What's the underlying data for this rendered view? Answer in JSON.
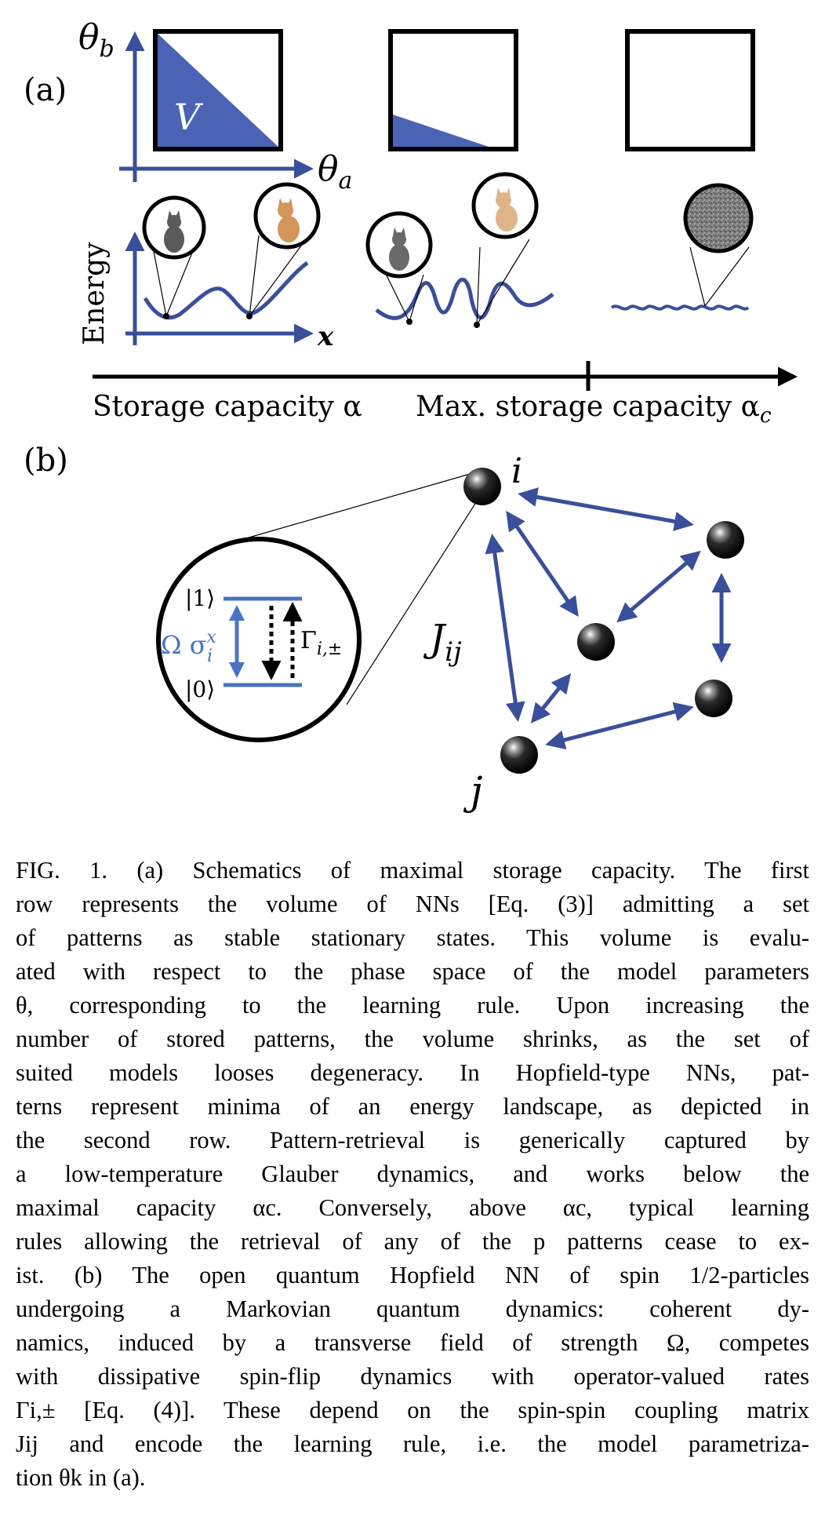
{
  "figure": {
    "panel_a": {
      "label": "(a)",
      "axis_y": "θ",
      "axis_y_sub": "b",
      "axis_x": "θ",
      "axis_x_sub": "a",
      "volume_label": "V",
      "energy_label": "Energy",
      "position_label": "x",
      "capacity_label": "Storage capacity α",
      "max_capacity_label": "Max. storage capacity α",
      "max_capacity_sub": "c",
      "volume_fractions": [
        0.5,
        0.12,
        0.0
      ],
      "volume_color": "#4a63b5",
      "curve_color": "#3a4f9a"
    },
    "panel_b": {
      "label": "(b)",
      "node_i": "i",
      "node_j": "j",
      "coupling_label": "J",
      "coupling_sub": "ij",
      "state_one": "|1⟩",
      "state_zero": "|0⟩",
      "drive_label": "Ω σ",
      "drive_sub": "i",
      "drive_sup": "x",
      "rate_label": "Γ",
      "rate_sub": "i,±",
      "arrow_color": "#3a4f9a",
      "level_color": "#4a73c2"
    }
  },
  "caption": {
    "lines": [
      "FIG. 1. (a) Schematics of maximal storage capacity. The first",
      "row represents the volume of NNs [Eq. (3)] admitting a set",
      "of patterns as stable stationary states. This volume is evalu-",
      "ated with respect to the phase space of the model parameters",
      "θ, corresponding to the learning rule. Upon increasing the",
      "number of stored patterns, the volume shrinks, as the set of",
      "suited models looses degeneracy. In Hopfield-type NNs, pat-",
      "terns represent minima of an energy landscape, as depicted in",
      "the second row. Pattern-retrieval is generically captured by",
      "a low-temperature Glauber dynamics, and works below the",
      "maximal capacity αc. Conversely, above αc, typical learning",
      "rules allowing the retrieval of any of the p patterns cease to ex-",
      "ist. (b) The open quantum Hopfield NN of spin 1/2-particles",
      "undergoing a Markovian quantum dynamics: coherent dy-",
      "namics, induced by a transverse field of strength Ω, competes",
      "with dissipative spin-flip dynamics with operator-valued rates",
      "Γi,± [Eq. (4)]. These depend on the spin-spin coupling matrix",
      "Jij and encode the learning rule, i.e. the model parametriza-",
      "tion θk in (a)."
    ]
  }
}
